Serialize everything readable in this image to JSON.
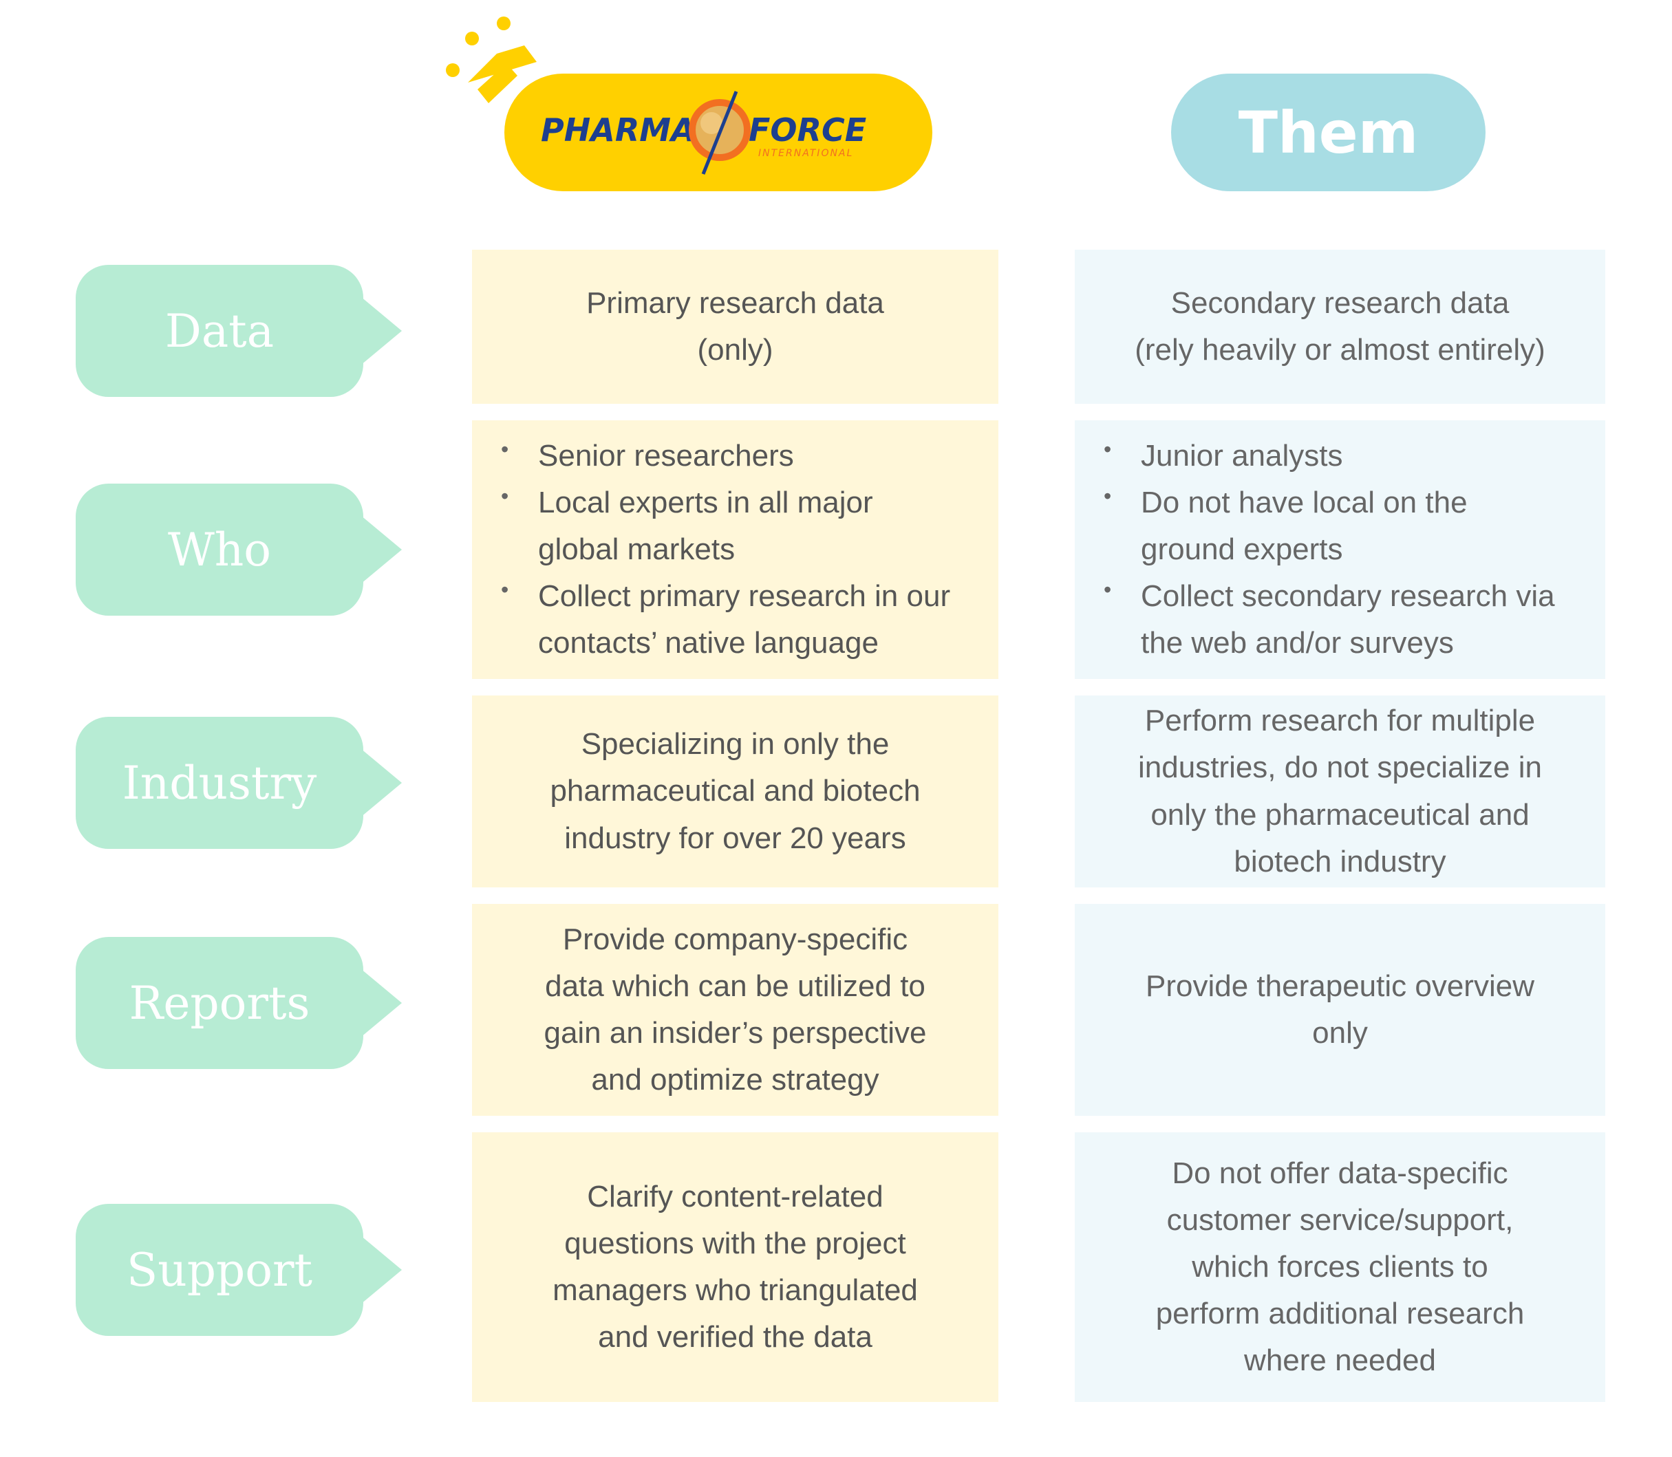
{
  "header": {
    "us_logo": {
      "brand_left": "PHARMA",
      "brand_right": "FORCE",
      "tagline": "INTERNATIONAL"
    },
    "them_label": "Them"
  },
  "colors": {
    "us_accent": "#ffd000",
    "us_cell": "#fff7d9",
    "them_accent": "#a8dde4",
    "them_cell": "#eff8fb",
    "label_bg": "#b7ecd4",
    "logo_blue": "#1d3f8f",
    "logo_orange": "#f26f21"
  },
  "rows": [
    {
      "label": "Data",
      "us": "Primary research data\n(only)",
      "them": "Secondary research data\n(rely heavily or almost entirely)"
    },
    {
      "label": "Who",
      "us_items": [
        "Senior researchers",
        "Local experts in all major\nglobal markets",
        "Collect primary research in our\ncontacts’ native language"
      ],
      "them_items": [
        "Junior analysts",
        "Do not have local on the\nground experts",
        "Collect secondary research via\nthe web and/or surveys"
      ]
    },
    {
      "label": "Industry",
      "us": "Specializing in only the\npharmaceutical and biotech\nindustry for over 20 years",
      "them": "Perform research for multiple\nindustries, do not specialize in\nonly the pharmaceutical and\nbiotech industry"
    },
    {
      "label": "Reports",
      "us": "Provide company-specific\ndata which can be utilized to\ngain an insider’s perspective\nand optimize strategy",
      "them": "Provide therapeutic overview\nonly"
    },
    {
      "label": "Support",
      "us": "Clarify content-related\nquestions with the project\nmanagers who triangulated\nand verified the data",
      "them": "Do not offer data-specific\ncustomer service/support,\nwhich forces clients to\nperform additional research\nwhere needed"
    }
  ]
}
